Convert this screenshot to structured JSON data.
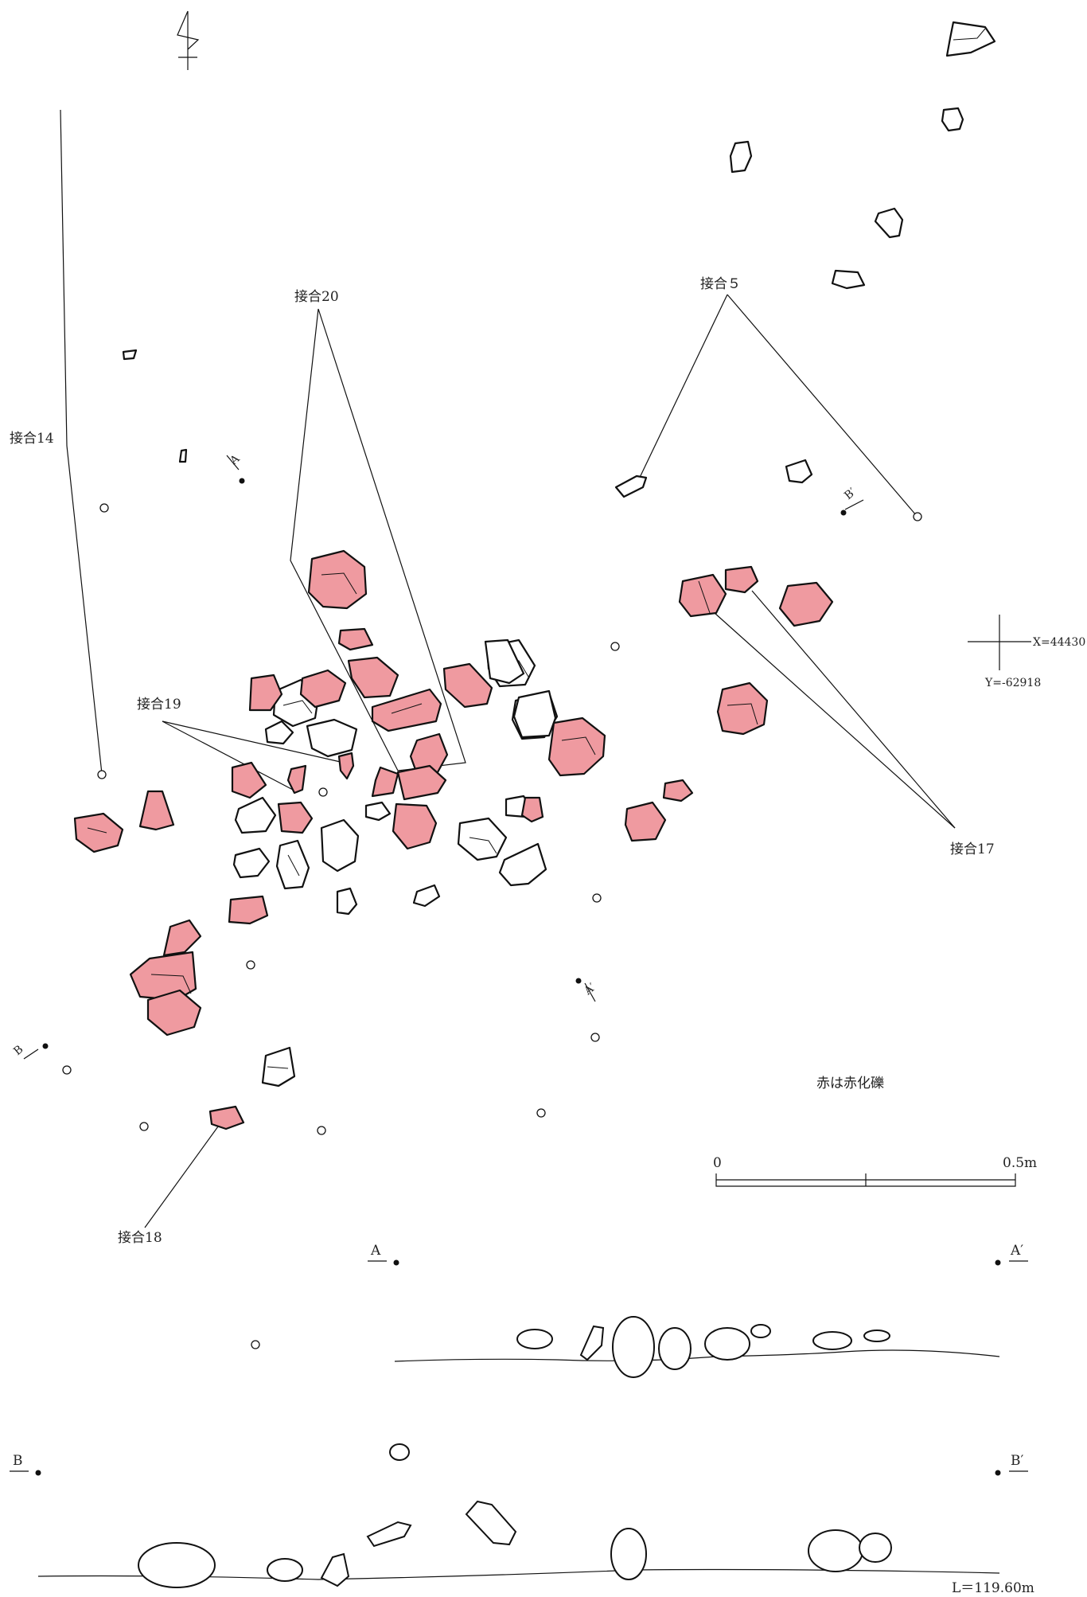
{
  "labels": {
    "join14": "接合14",
    "join20": "接合20",
    "join5": "接合５",
    "join19": "接合19",
    "join17": "接合17",
    "join18": "接合18",
    "coord_x": "X=44430",
    "coord_y": "Y=-62918",
    "legend_note": "赤は赤化礫",
    "scale_start": "0",
    "scale_end": "0.5m",
    "section_a": "A",
    "section_a_prime": "A′",
    "section_b": "B",
    "section_b_prime": "B′",
    "elevation": "L＝119.60m"
  },
  "colors": {
    "reddened_stone": "#ef9aa0",
    "unburnt_stone": "#ffffff",
    "line": "#111111"
  },
  "icons": [
    "north-arrow-icon"
  ]
}
